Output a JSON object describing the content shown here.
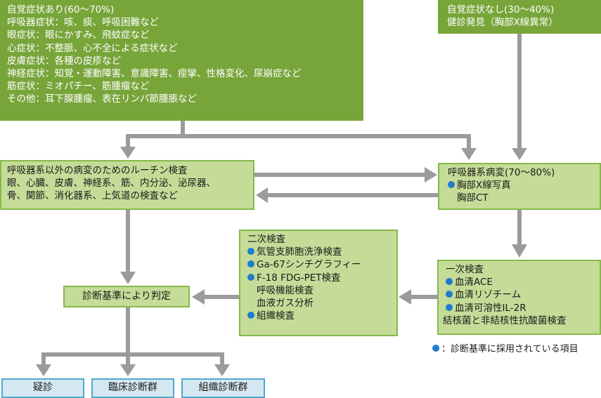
{
  "colors": {
    "dark_green": "#78a53a",
    "light_green_fill": "#c5dc98",
    "light_green_border": "#86b94a",
    "blue_fill": "#d5e8f1",
    "blue_border": "#4fa9cf",
    "arrow_gray": "#9b9b9b",
    "bullet_blue": "#1f7bcc"
  },
  "symptomatic": {
    "title": "自覚症状あり(60〜70%)",
    "lines": [
      "呼吸器症状：咳、痰、呼吸困難など",
      "眼症状：眼にかすみ、飛蚊症など",
      "心症状：不整脈、心不全による症状など",
      "皮膚症状：各種の皮疹など",
      "神経症状：知覚・運動障害、意識障害、痙攣、性格変化、尿崩症など",
      "筋症状：ミオパチー、筋腫瘤など",
      "その他：耳下腺腫瘤、表在リンパ節腫脹など"
    ]
  },
  "asymptomatic": {
    "title": "自覚症状なし(30〜40%)",
    "subtitle": "健診発見（胸部X線異常）"
  },
  "routine_exam": {
    "title": "呼吸器系以外の病変のためのルーチン検査",
    "lines": [
      "眼、心臓、皮膚、神経系、筋、内分泌、泌尿器、",
      "骨、関節、消化器系、上気道の検査など"
    ]
  },
  "respiratory": {
    "title": "呼吸器系病変(70〜80%)",
    "items": [
      {
        "text": "胸部X線写真",
        "criteria": true
      },
      {
        "text": "胸部CT",
        "criteria": false
      }
    ]
  },
  "primary_exam": {
    "title": "一次検査",
    "items": [
      {
        "text": "血清ACE",
        "criteria": true
      },
      {
        "text": "血清リゾチーム",
        "criteria": true
      },
      {
        "text": "血清可溶性IL-2R",
        "criteria": true
      }
    ],
    "footer": "結核菌と非結核性抗酸菌検査"
  },
  "secondary_exam": {
    "title": "二次検査",
    "items": [
      {
        "text": "気管支肺胞洗浄検査",
        "criteria": true
      },
      {
        "text": "Ga-67シンチグラフィー",
        "criteria": true
      },
      {
        "text": "F-18 FDG-PET検査",
        "criteria": true
      },
      {
        "text": "呼吸機能検査",
        "criteria": false
      },
      {
        "text": "血液ガス分析",
        "criteria": false
      },
      {
        "text": "組織検査",
        "criteria": true
      }
    ]
  },
  "judgement": {
    "label": "診断基準により判定"
  },
  "outcomes": [
    {
      "label": "疑診"
    },
    {
      "label": "臨床診断群"
    },
    {
      "label": "組織診断群"
    }
  ],
  "legend": {
    "icon": "blue-dot",
    "text": "：診断基準に採用されている項目"
  }
}
